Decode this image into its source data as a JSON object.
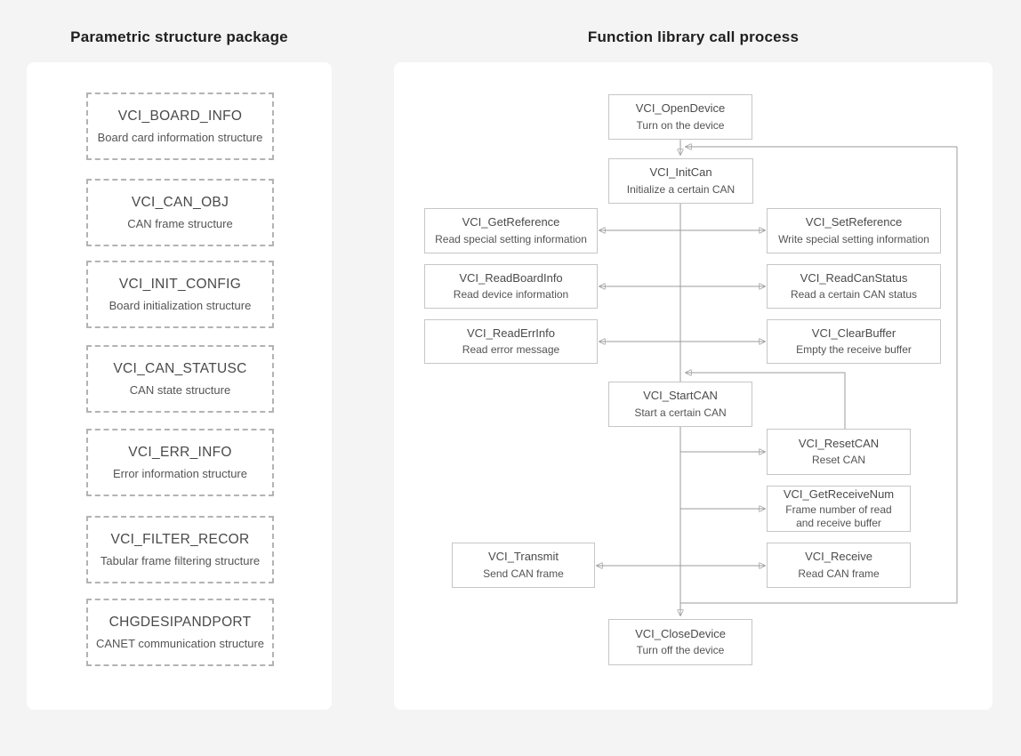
{
  "left_panel": {
    "title": "Parametric structure package",
    "structures": [
      {
        "name": "VCI_BOARD_INFO",
        "desc": "Board card information structure"
      },
      {
        "name": "VCI_CAN_OBJ",
        "desc": "CAN frame structure"
      },
      {
        "name": "VCI_INIT_CONFIG",
        "desc": "Board initialization structure"
      },
      {
        "name": "VCI_CAN_STATUSC",
        "desc": "CAN state structure"
      },
      {
        "name": "VCI_ERR_INFO",
        "desc": "Error information structure"
      },
      {
        "name": "VCI_FILTER_RECOR",
        "desc": "Tabular frame filtering structure"
      },
      {
        "name": "CHGDESIPANDPORT",
        "desc": "CANET communication structure"
      }
    ]
  },
  "right_panel": {
    "title": "Function library call process",
    "nodes": {
      "open_device": {
        "name": "VCI_OpenDevice",
        "desc": "Turn on the device"
      },
      "init_can": {
        "name": "VCI_InitCan",
        "desc": "Initialize a certain CAN"
      },
      "get_reference": {
        "name": "VCI_GetReference",
        "desc": "Read special setting information"
      },
      "set_reference": {
        "name": "VCI_SetReference",
        "desc": "Write special setting information"
      },
      "read_board_info": {
        "name": "VCI_ReadBoardInfo",
        "desc": "Read device information"
      },
      "read_can_status": {
        "name": "VCI_ReadCanStatus",
        "desc": "Read a certain CAN status"
      },
      "read_err_info": {
        "name": "VCI_ReadErrInfo",
        "desc": "Read error message"
      },
      "clear_buffer": {
        "name": "VCI_ClearBuffer",
        "desc": "Empty the receive buffer"
      },
      "start_can": {
        "name": "VCI_StartCAN",
        "desc": "Start a certain CAN"
      },
      "reset_can": {
        "name": "VCI_ResetCAN",
        "desc": "Reset CAN"
      },
      "get_receive_num": {
        "name": "VCI_GetReceiveNum",
        "desc": "Frame number of read and receive buffer"
      },
      "transmit": {
        "name": "VCI_Transmit",
        "desc": "Send CAN frame"
      },
      "receive": {
        "name": "VCI_Receive",
        "desc": "Read CAN frame"
      },
      "close_device": {
        "name": "VCI_CloseDevice",
        "desc": "Turn off the device"
      }
    }
  },
  "colors": {
    "background": "#f4f4f5",
    "card": "#ffffff",
    "flow_line": "#9b9b9b",
    "box_border": "#c6c6c6",
    "dashed_border": "#b3b3b3",
    "text_primary": "#1f1f1f",
    "text_box": "#4a4a4a"
  }
}
